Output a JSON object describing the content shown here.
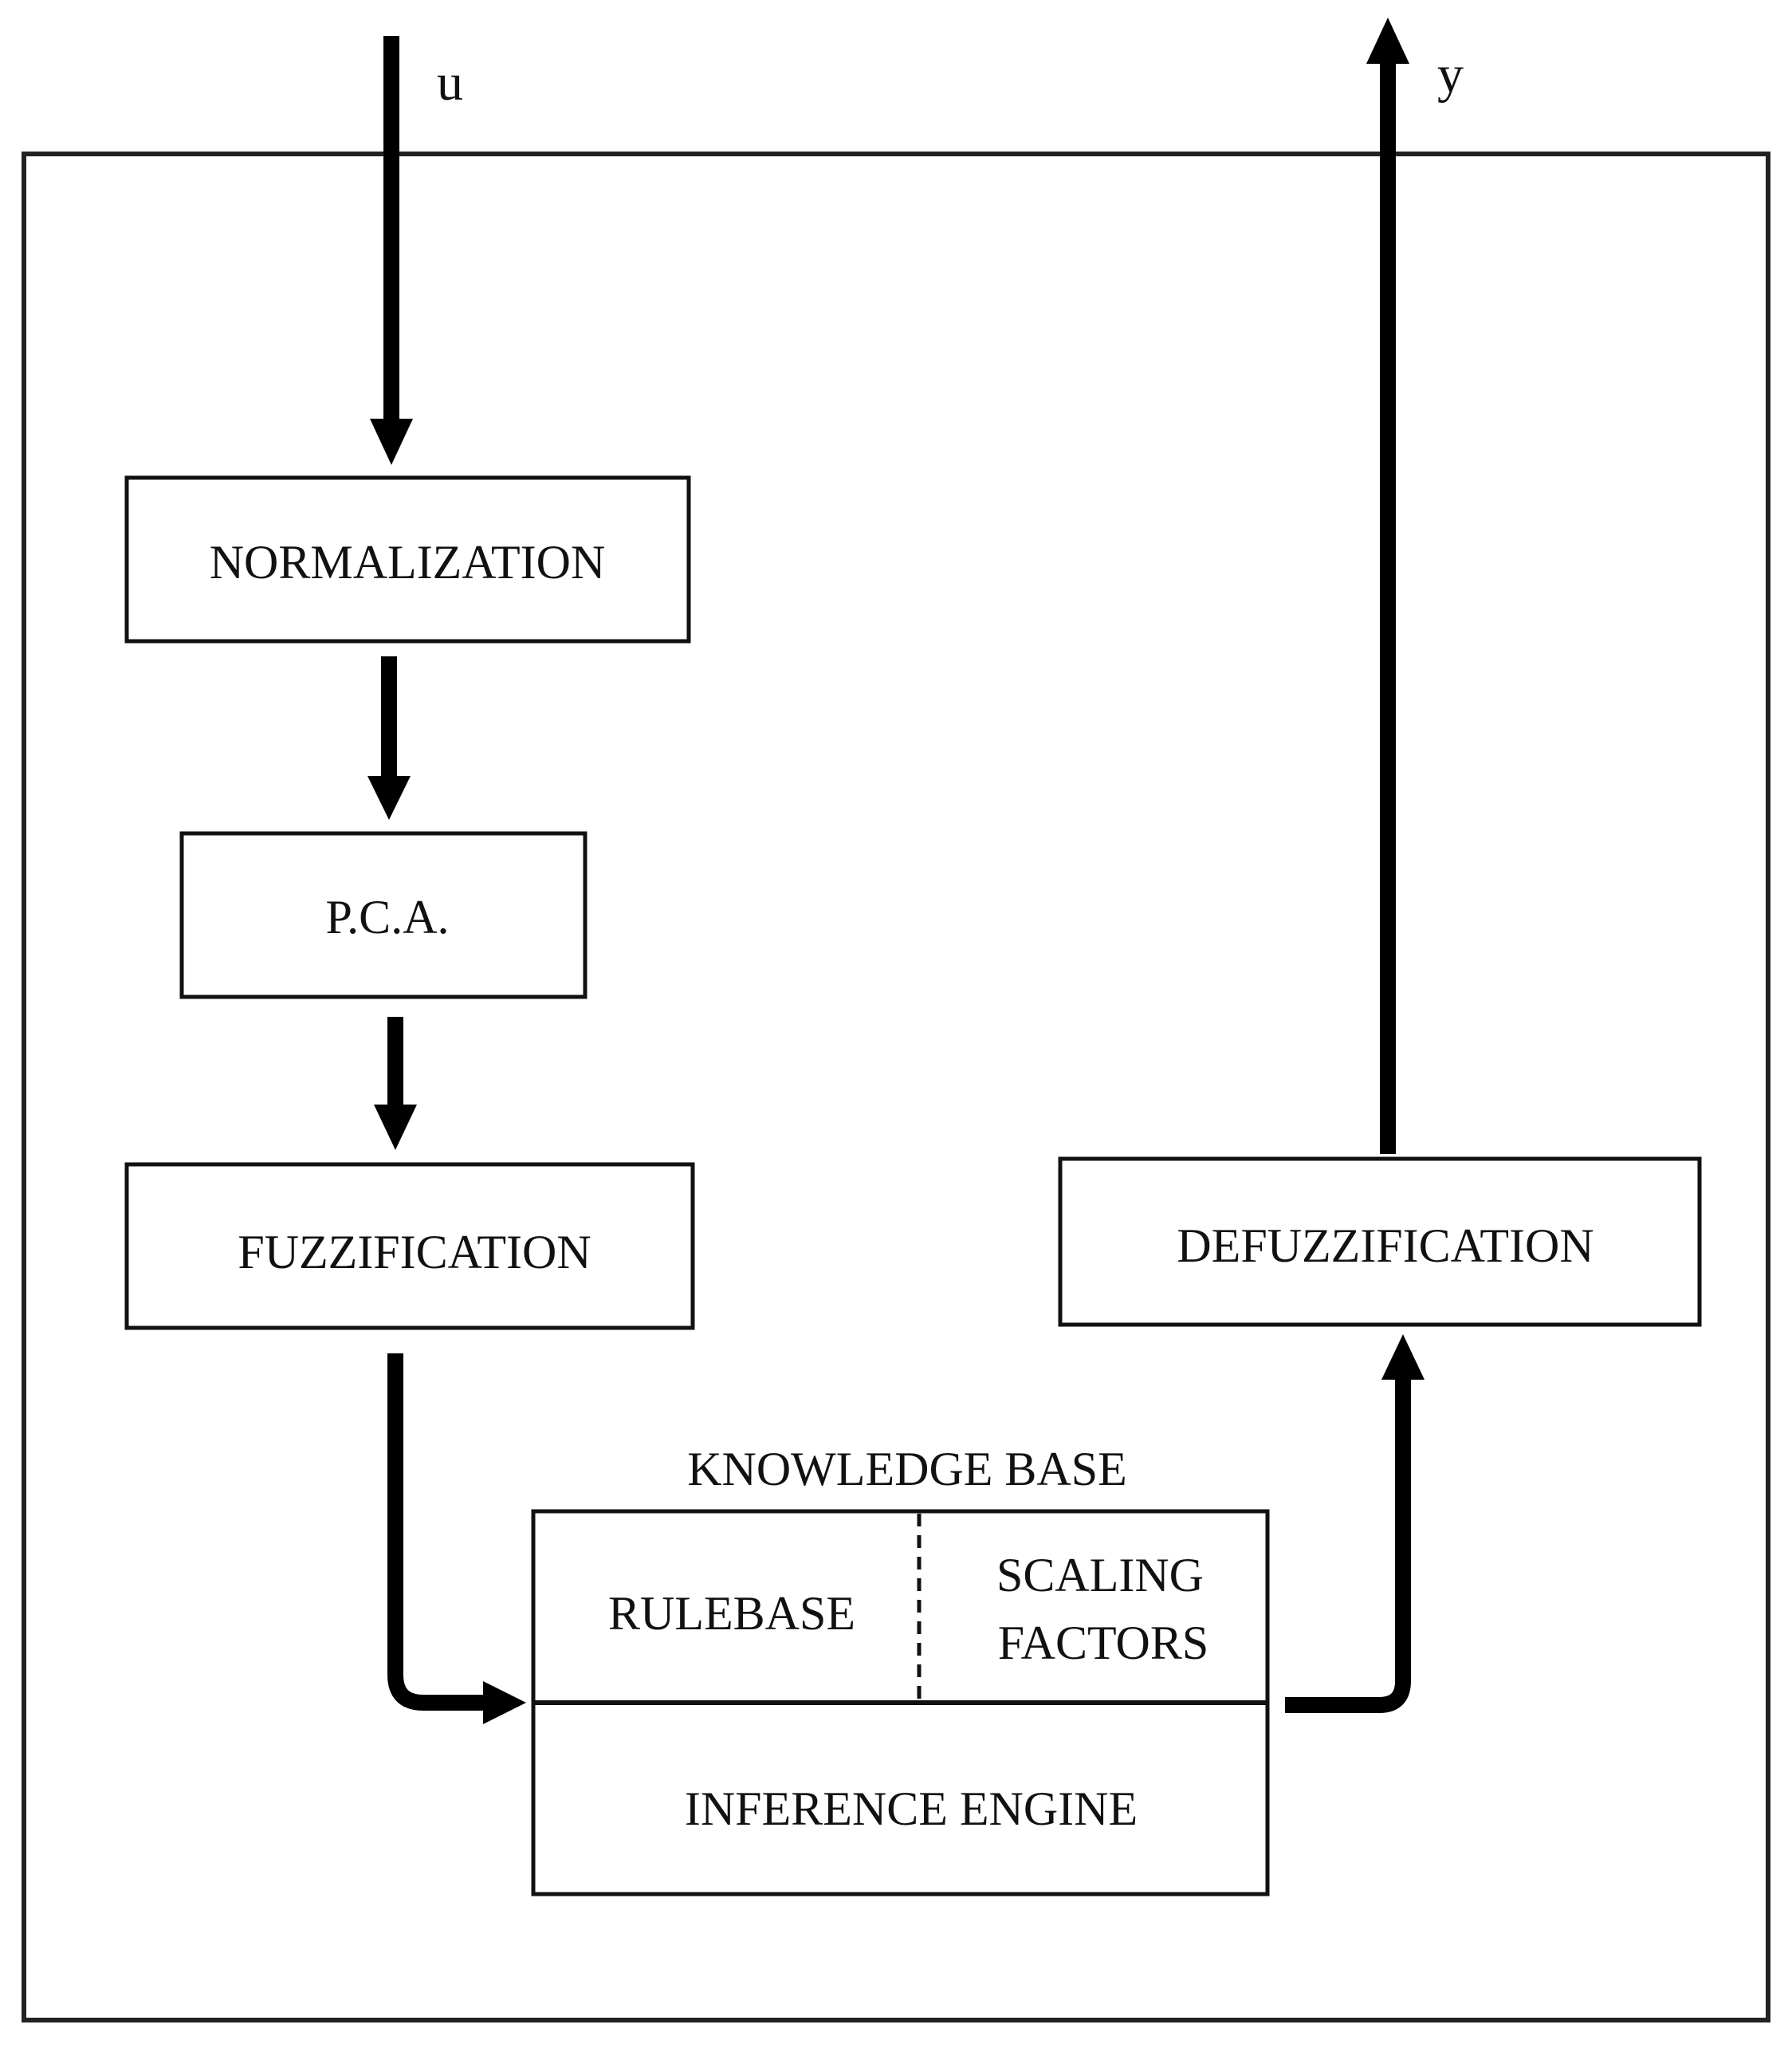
{
  "diagram": {
    "input_label": "u",
    "output_label": "y",
    "blocks": {
      "normalization": "NORMALIZATION",
      "pca": "P.C.A.",
      "fuzzification": "FUZZIFICATION",
      "defuzzification": "DEFUZZIFICATION",
      "knowledge_base_title": "KNOWLEDGE BASE",
      "rulebase": "RULEBASE",
      "scaling_factors_line1": "SCALING",
      "scaling_factors_line2": "FACTORS",
      "inference_engine": "INFERENCE ENGINE"
    }
  }
}
